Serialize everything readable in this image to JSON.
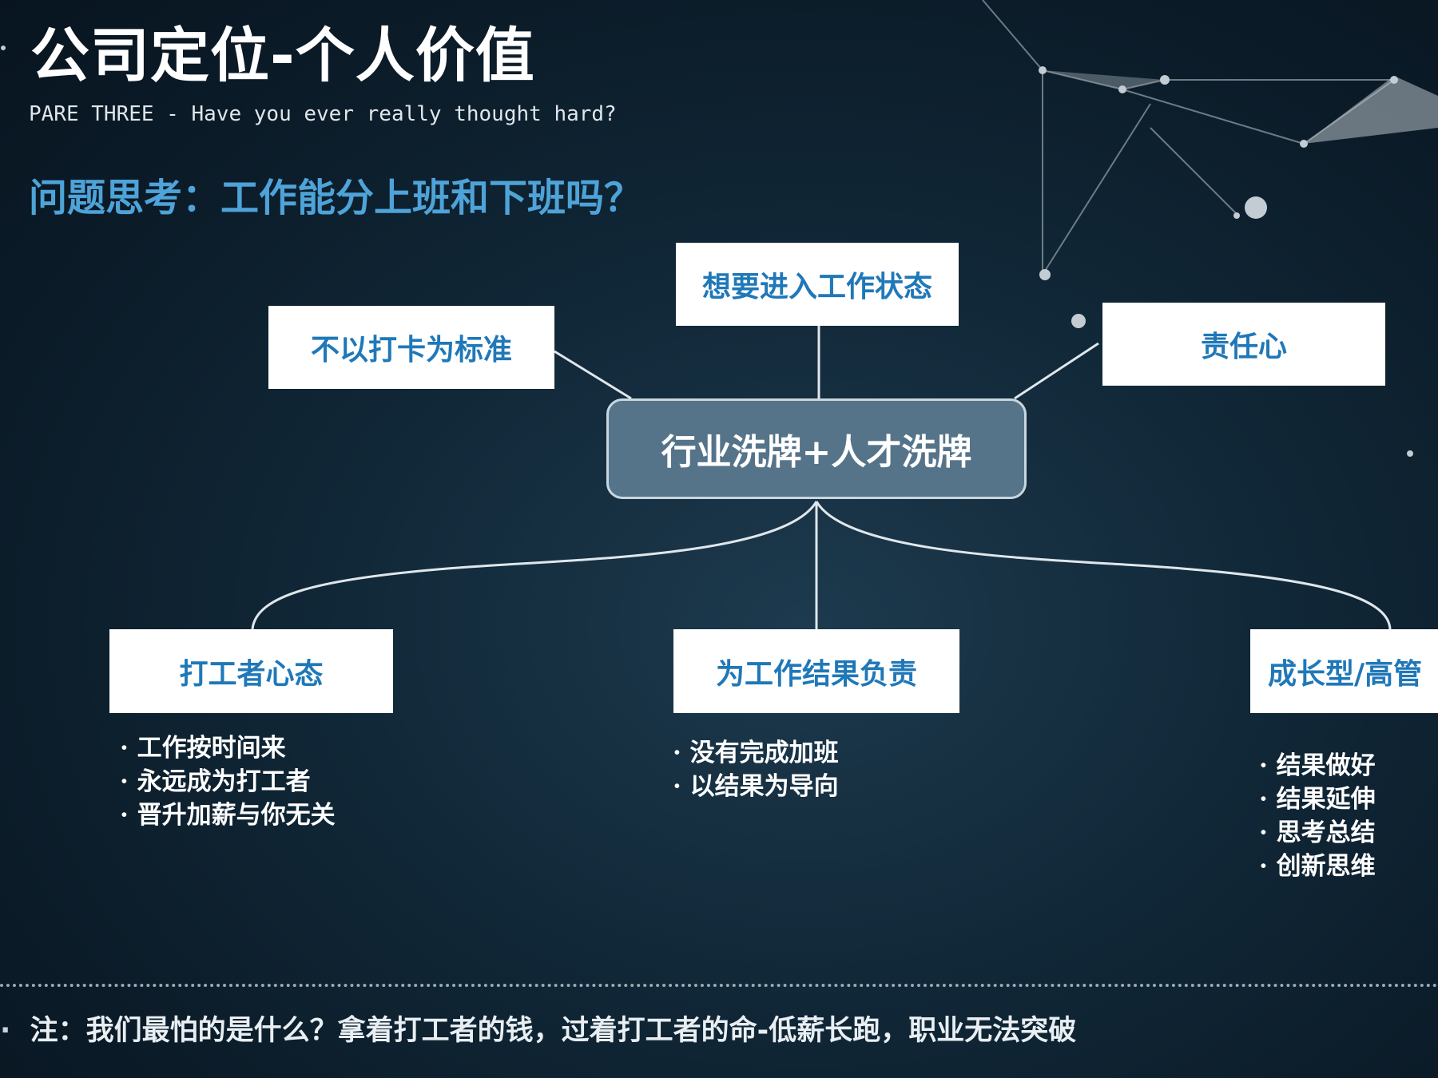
{
  "slide": {
    "title": "公司定位-个人价值",
    "subtitle": "PARE THREE - Have you ever really thought hard?",
    "question": "问题思考：工作能分上班和下班吗？",
    "center": "行业洗牌+人才洗牌",
    "top_nodes": {
      "left": "不以打卡为标准",
      "middle": "想要进入工作状态",
      "right": "责任心"
    },
    "bottom_nodes": [
      {
        "label": "打工者心态",
        "bullets": [
          "工作按时间来",
          "永远成为打工者",
          "晋升加薪与你无关"
        ]
      },
      {
        "label": "为工作结果负责",
        "bullets": [
          "没有完成加班",
          "以结果为导向"
        ]
      },
      {
        "label": "成长型/高管",
        "bullets": [
          "结果做好",
          "结果延伸",
          "思考总结",
          "创新思维"
        ]
      }
    ],
    "note": "注：我们最怕的是什么？拿着打工者的钱，过着打工者的命-低薪长跑，职业无法突破"
  },
  "colors": {
    "accent_blue": "#1f78b8",
    "question_blue": "#4ea3d8",
    "center_fill": "#567489"
  }
}
